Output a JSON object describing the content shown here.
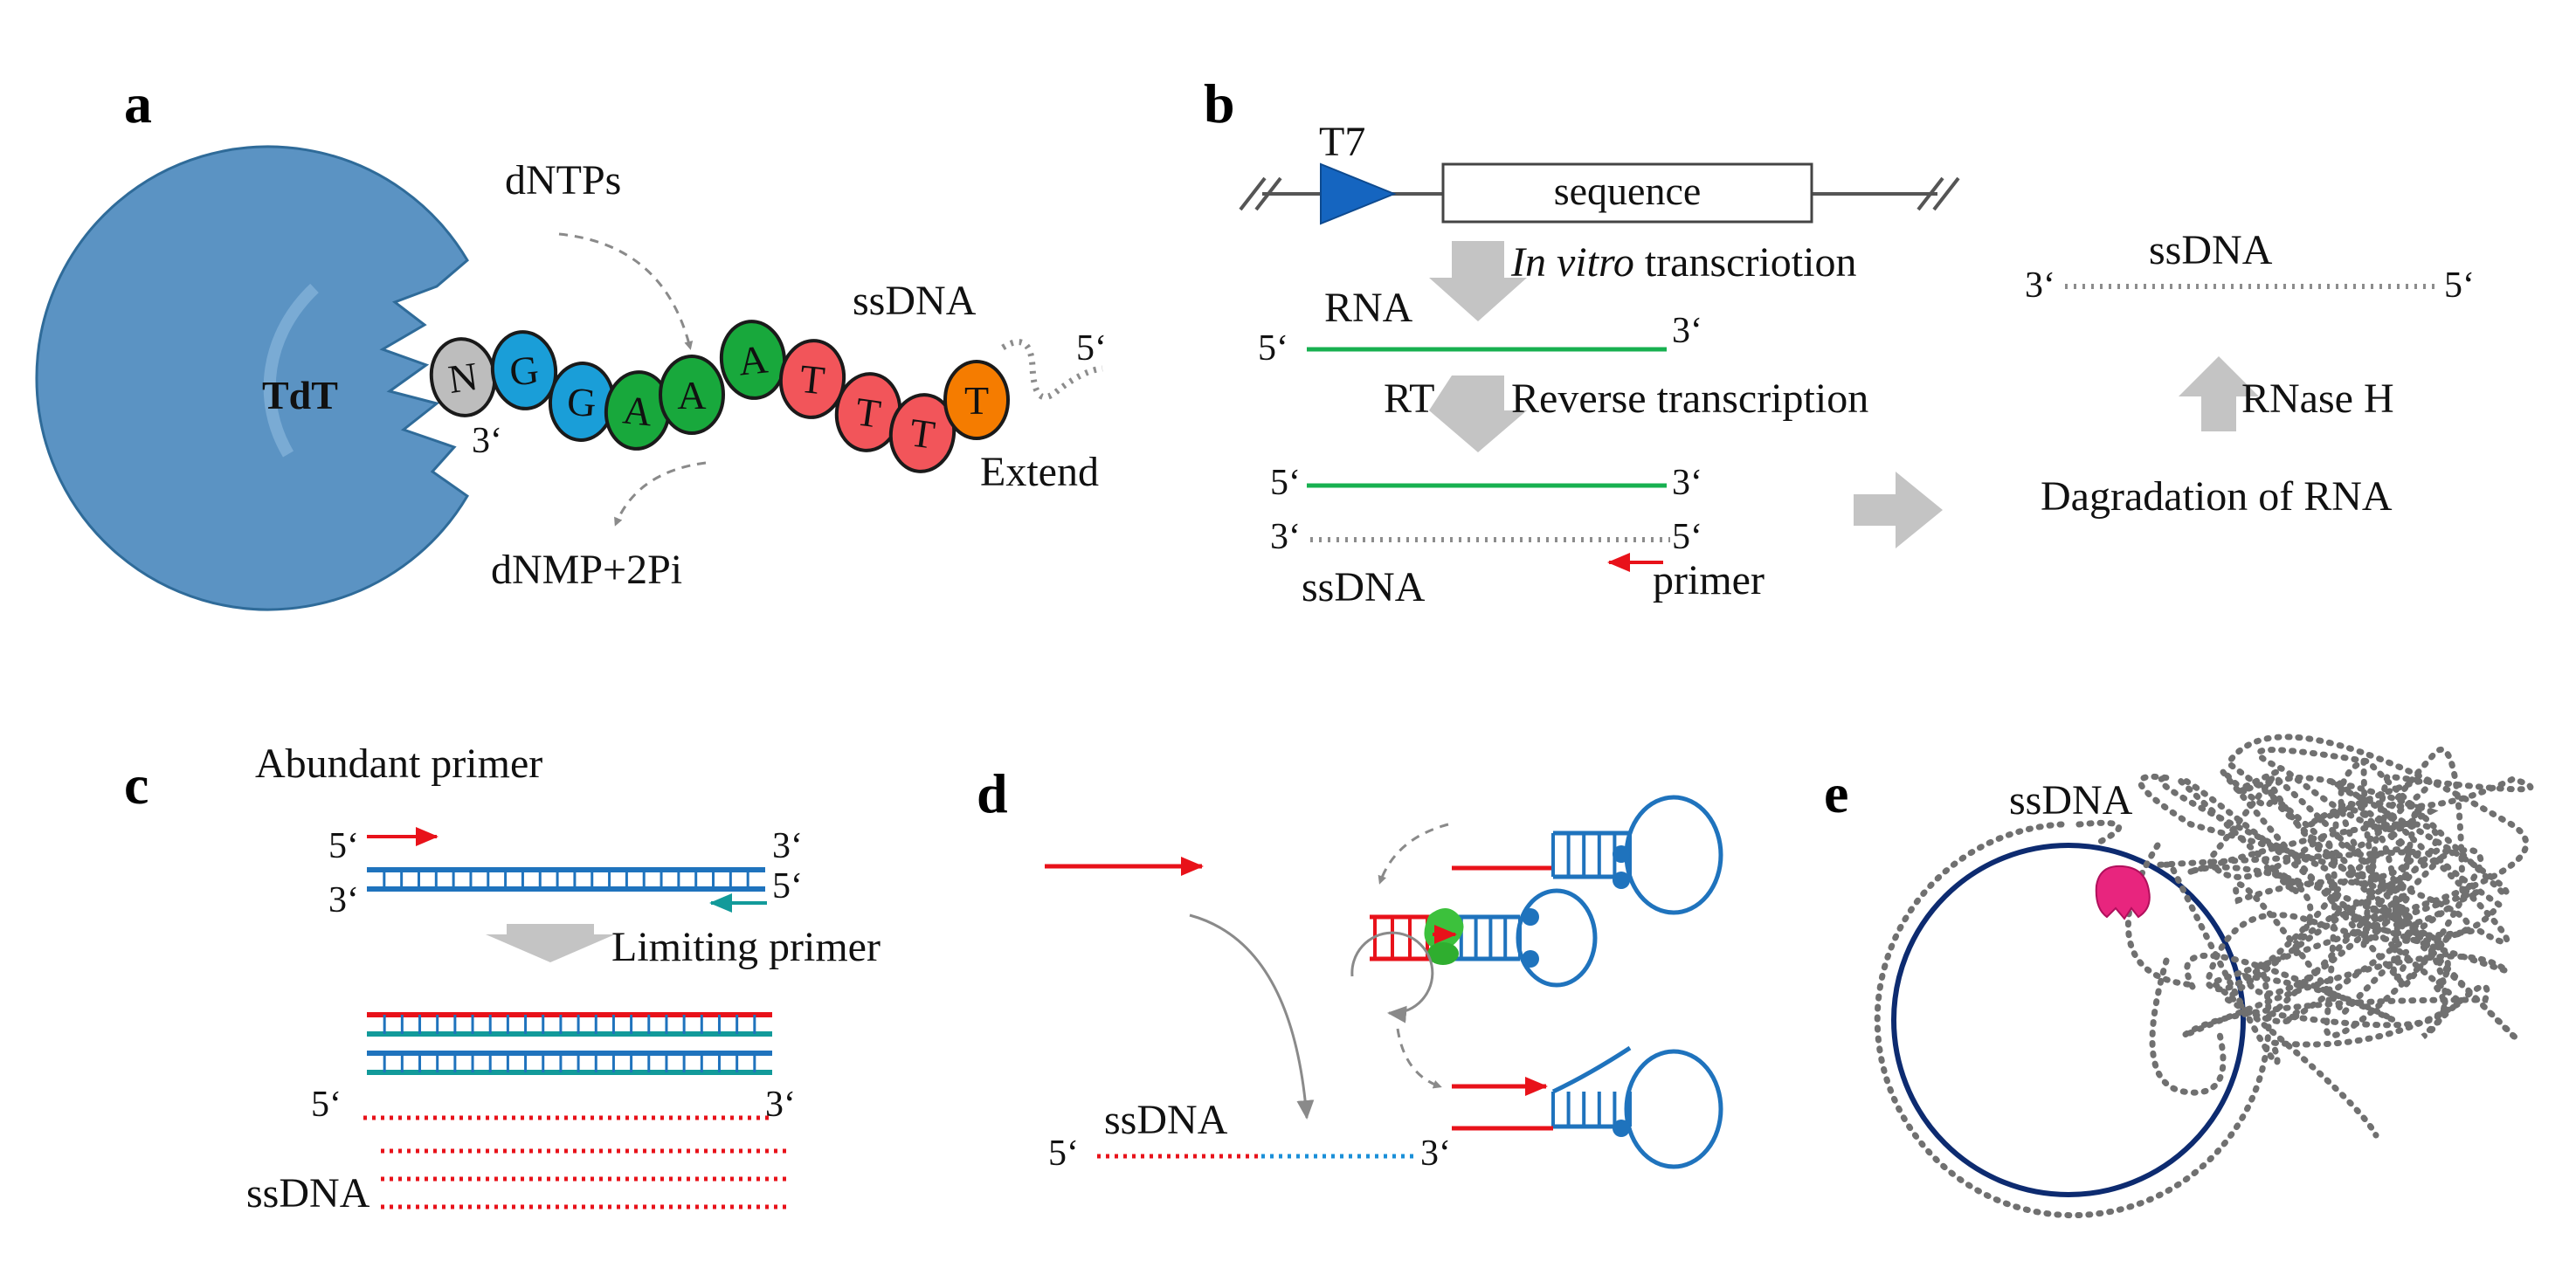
{
  "colors": {
    "dna_blue": "#1f73bd",
    "rna_green": "#17b050",
    "primer_red": "#e8121a",
    "teal": "#129a9a",
    "gray_arrow": "#c4c4c4",
    "dotted_gray": "#707070",
    "tdt_blue": "#5b93c3",
    "t7_blue": "#1565c0",
    "enzyme_pink": "#e8257e",
    "polymerase_green": "#3cc13c",
    "circle_navy": "#0d2b70"
  },
  "panels": {
    "a": {
      "label": "a",
      "enzyme": "TdT",
      "substrate": "dNTPs",
      "product": "dNMP+2Pi",
      "strand": "ssDNA",
      "three_prime": "3‘",
      "five_prime": "5‘",
      "extend": "Extend",
      "beads": [
        {
          "base": "N",
          "color": "#bdbdbd"
        },
        {
          "base": "G",
          "color": "#1a9ed8"
        },
        {
          "base": "G",
          "color": "#1a9ed8"
        },
        {
          "base": "A",
          "color": "#18a83c"
        },
        {
          "base": "A",
          "color": "#18a83c"
        },
        {
          "base": "A",
          "color": "#18a83c"
        },
        {
          "base": "T",
          "color": "#f2555a"
        },
        {
          "base": "T",
          "color": "#f2555a"
        },
        {
          "base": "T",
          "color": "#f2555a"
        },
        {
          "base": "T",
          "color": "#f57c00"
        }
      ]
    },
    "b": {
      "label": "b",
      "promoter": "T7",
      "sequence": "sequence",
      "ivt_italic": "In vitro",
      "ivt_rest": " transcriotion",
      "rna": "RNA",
      "rt": "RT",
      "reverse_transcription": "Reverse transcription",
      "ssdna": "ssDNA",
      "primer": "primer",
      "rnase": "RNase H",
      "degradation": "Dagradation of RNA",
      "five_prime": "5‘",
      "three_prime": "3‘"
    },
    "c": {
      "label": "c",
      "abundant": "Abundant primer",
      "limiting": "Limiting primer",
      "ssdna": "ssDNA",
      "five_prime": "5‘",
      "three_prime": "3‘"
    },
    "d": {
      "label": "d",
      "ssdna": "ssDNA",
      "five_prime": "5‘",
      "three_prime": "3‘"
    },
    "e": {
      "label": "e",
      "ssdna": "ssDNA"
    }
  }
}
